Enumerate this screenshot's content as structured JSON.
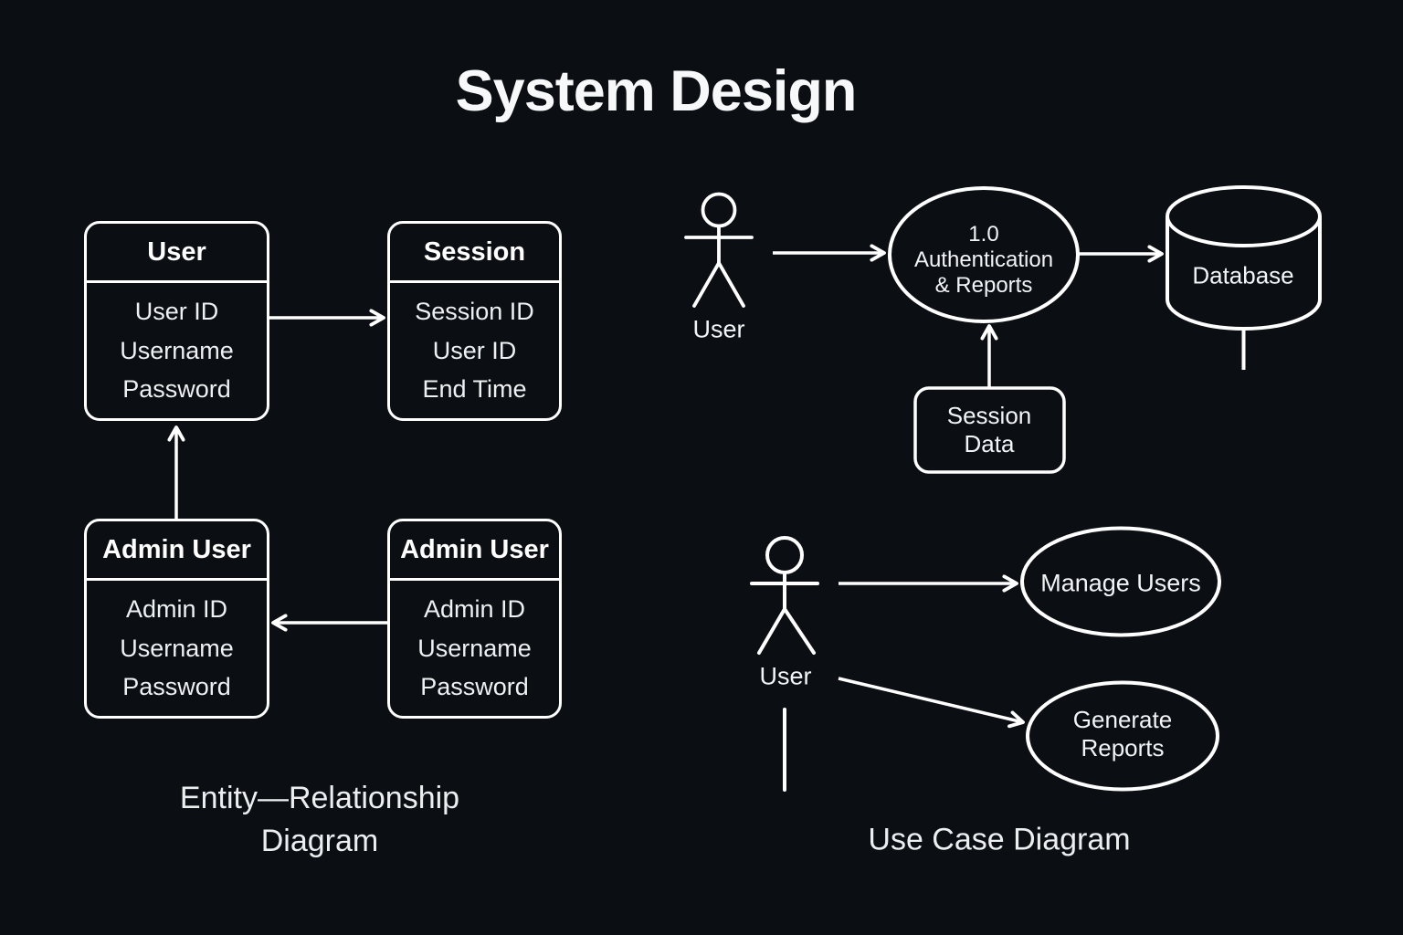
{
  "title": "System Design",
  "colors": {
    "background": "#0b0e13",
    "stroke": "#ffffff",
    "text": "#f4f6f8"
  },
  "erd": {
    "caption": [
      "Entity—Relationship",
      "Diagram"
    ],
    "entities": [
      {
        "name": "User",
        "fields": [
          "User ID",
          "Username",
          "Password"
        ]
      },
      {
        "name": "Session",
        "fields": [
          "Session ID",
          "User ID",
          "End Time"
        ]
      },
      {
        "name": "Admin User",
        "fields": [
          "Admin ID",
          "Username",
          "Password"
        ]
      },
      {
        "name": "Admin User",
        "fields": [
          "Admin ID",
          "Username",
          "Password"
        ]
      }
    ]
  },
  "use_case": {
    "caption": "Use Case Diagram",
    "dfd_actor_label": "User",
    "uc_actor_label": "User",
    "process": [
      "1.0",
      "Authentication",
      "& Reports"
    ],
    "database_label": "Database",
    "session_data": [
      "Session",
      "Data"
    ],
    "manage_users_label": "Manage Users",
    "generate_reports": [
      "Generate",
      "Reports"
    ]
  }
}
